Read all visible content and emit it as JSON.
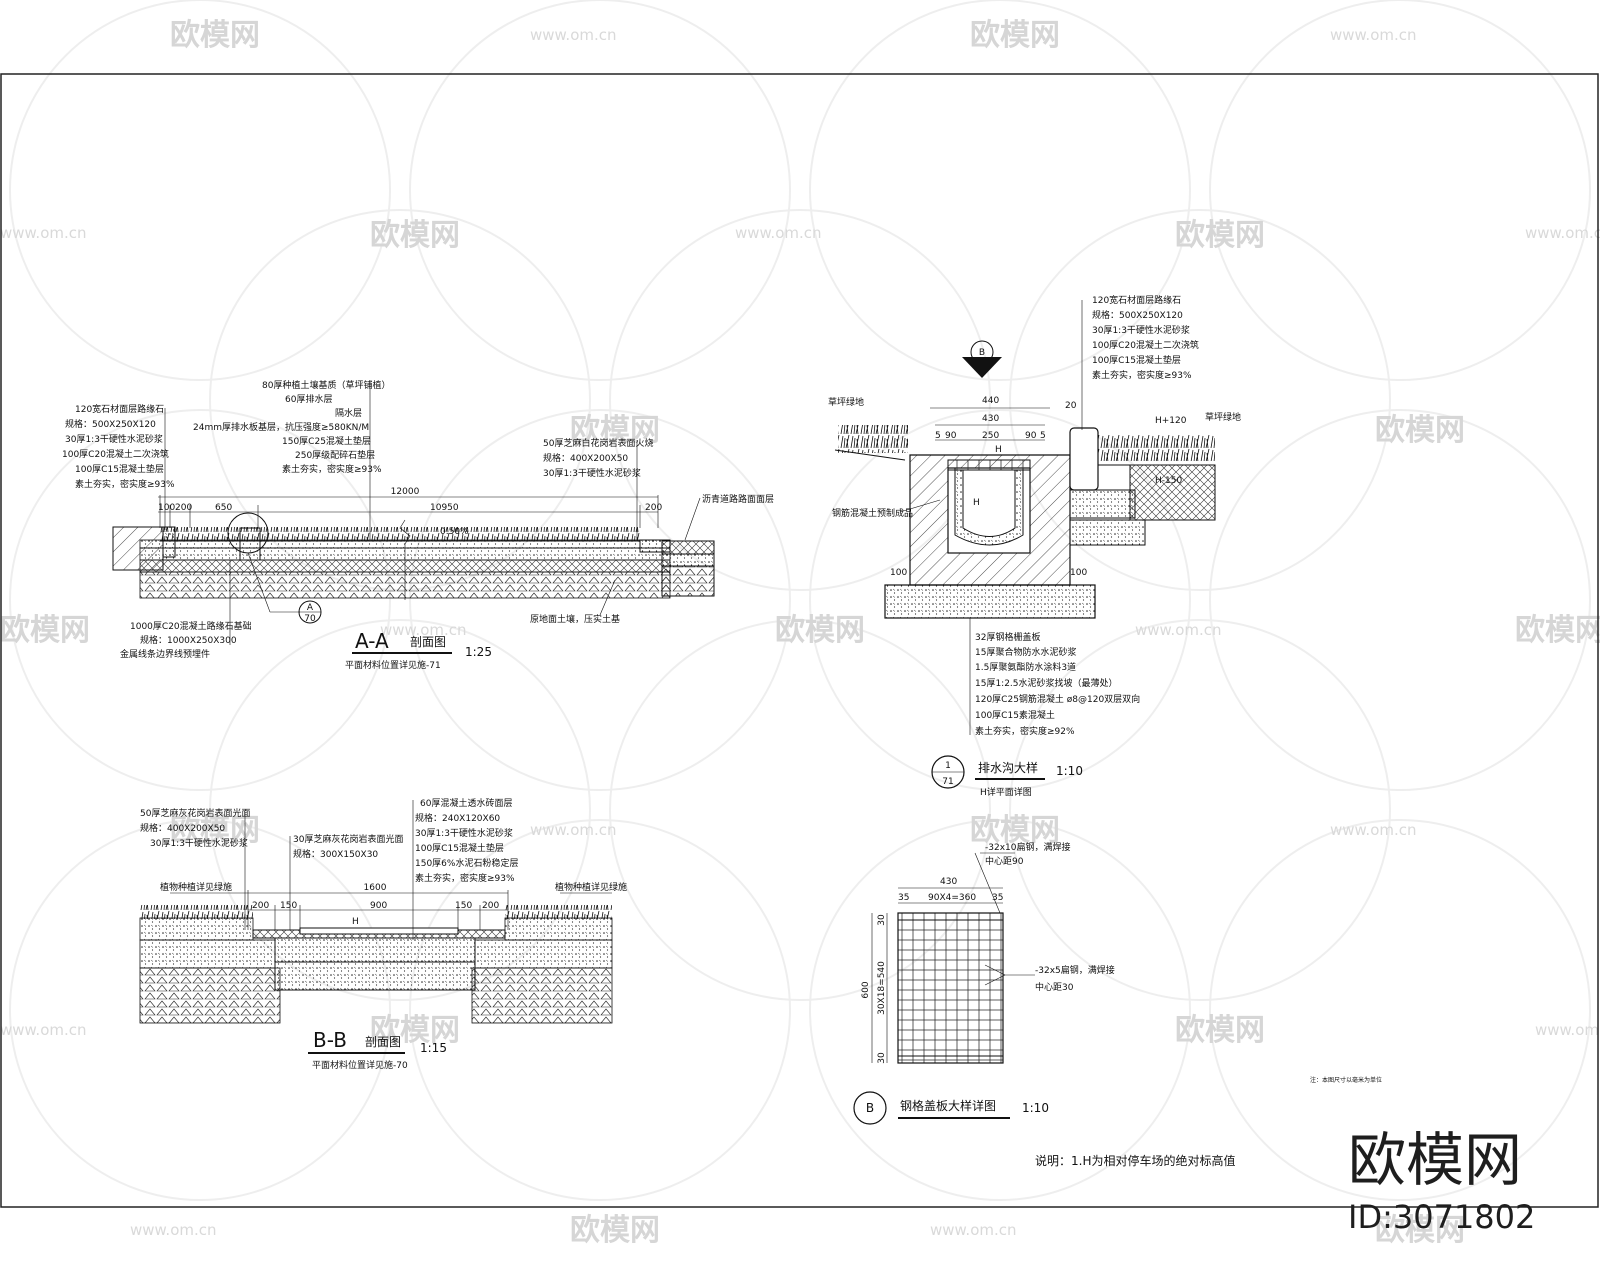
{
  "watermark": {
    "cn": "欧模网",
    "url": "www.om.cn",
    "brand": "欧模网",
    "id": "ID:3071802"
  },
  "section_aa": {
    "title": "A-A",
    "title_cn": "剖面图",
    "scale": "1:25",
    "subtitle": "平面材料位置详见施-71",
    "left_layers": [
      "120宽石材面层路缘石",
      "规格：500X250X120",
      "30厚1:3干硬性水泥砂浆",
      "100厚C20混凝土二次浇筑",
      "100厚C15混凝土垫层",
      "素土夯实，密实度≥93%"
    ],
    "mid_layers": [
      "80厚种植土壤基质（草坪铺植）",
      "60厚排水层",
      "隔水层",
      "24mm厚排水板基层，抗压强度≥580KN/M",
      "150厚C25混凝土垫层",
      "250厚级配碎石垫层",
      "素土夯实，密实度≥93%"
    ],
    "right_layers": [
      "50厚芝麻白花岗岩表面火烧",
      "规格：400X200X50",
      "30厚1:3干硬性水泥砂浆"
    ],
    "bottom_layers": [
      "1000厚C20混凝土路缘石基础",
      "规格：1000X250X300",
      "金属线条边界线预埋件"
    ],
    "right_note": "沥青道路路面面层",
    "bottom_note": "原地面土壤，压实土基",
    "dims_top": "12000",
    "dims": [
      "100",
      "200",
      "650",
      "10950",
      "200"
    ],
    "callout": "A",
    "callout_sheet": "70",
    "slope": "0.50%"
  },
  "section_bb": {
    "title": "B-B",
    "title_cn": "剖面图",
    "scale": "1:15",
    "subtitle": "平面材料位置详见施-70",
    "left_layers": [
      "50厚芝麻灰花岗岩表面光面",
      "规格：400X200X50",
      "30厚1:3干硬性水泥砂浆"
    ],
    "mid_left_layers": [
      "30厚芝麻灰花岗岩表面光面",
      "规格：300X150X30"
    ],
    "right_layers": [
      "60厚混凝土透水砖面层",
      "规格：240X120X60",
      "30厚1:3干硬性水泥砂浆",
      "100厚C15混凝土垫层",
      "150厚6%水泥石粉稳定层",
      "素土夯实，密实度≥93%"
    ],
    "left_note": "植物种植详见绿施",
    "right_note": "植物种植详见绿施",
    "dims_top": "1600",
    "dims": [
      "200",
      "150",
      "900",
      "150",
      "200"
    ],
    "h_label": "H"
  },
  "detail_1": {
    "callout_num": "1",
    "callout_sheet": "71",
    "title": "排水沟大样",
    "scale": "1:10",
    "subtitle": "H详平面详图",
    "top_layers": [
      "120宽石材面层路缘石",
      "规格：500X250X120",
      "30厚1:3干硬性水泥砂浆",
      "100厚C20混凝土二次浇筑",
      "100厚C15混凝土垫层",
      "素土夯实，密实度≥93%"
    ],
    "bottom_layers": [
      "32厚钢格栅盖板",
      "15厚聚合物防水水泥砂浆",
      "1.5厚聚氨酯防水涂料3道",
      "15厚1:2.5水泥砂浆找坡（最薄处）",
      "120厚C25钢筋混凝土 ø8@120双层双向",
      "100厚C15素混凝土",
      "素土夯实，密实度≥92%"
    ],
    "left_note": "钢筋混凝土预制成品",
    "grass_note": "草坪绿地",
    "right_note": "草坪绿地",
    "section_mark": "B",
    "dims": [
      "440",
      "430",
      "5",
      "90",
      "250",
      "90",
      "5",
      "20"
    ],
    "h_label": "H",
    "h_plus": "H+120",
    "h_minus": "H-150",
    "base_dims": [
      "100",
      "100"
    ]
  },
  "detail_b": {
    "callout": "B",
    "title": "钢格盖板大样详图",
    "scale": "1:10",
    "note_bar1": "-32x10扁钢，满焊接",
    "note_bar1_b": "中心距90",
    "note_bar2": "-32x5扁钢，满焊接",
    "note_bar2_b": "中心距30",
    "dims_top": "430",
    "dims_row": [
      "35",
      "90X4=360",
      "35"
    ],
    "dim_height": "600",
    "dims_side": [
      "30",
      "30X18=540",
      "30"
    ]
  },
  "note": {
    "text": "说明：1.H为相对停车场的绝对标高值"
  },
  "small_note": "注：本图尺寸以毫米为单位"
}
